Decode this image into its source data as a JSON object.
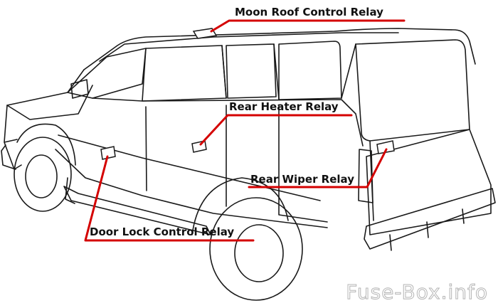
{
  "labels": {
    "moon_roof": "Moon Roof Control Relay",
    "rear_heater": "Rear Heater Relay",
    "rear_wiper": "Rear Wiper Relay",
    "door_lock": "Door Lock Control Relay"
  },
  "watermark": "Fuse-Box.info",
  "colors": {
    "leader": "#d40000",
    "outline": "#1a1a1a",
    "text": "#111111"
  }
}
